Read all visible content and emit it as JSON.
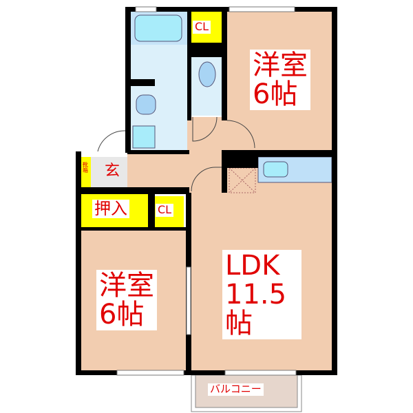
{
  "rooms": {
    "bedroom_top": {
      "name": "洋室",
      "size": "6帖"
    },
    "bedroom_left": {
      "name": "洋室",
      "size": "6帖"
    },
    "ldk": {
      "name": "LDK",
      "size": "11.5帖"
    },
    "closet_top": "CL",
    "closet_mid": "CL",
    "oshiire": "押入",
    "entrance": "玄",
    "shoe_box": "靴箱",
    "balcony": "バルコニー"
  },
  "colors": {
    "room_floor": "#f2cdb0",
    "wet_area": "#dcf0fa",
    "closet": "#ffff00",
    "wall": "#000000",
    "label_text": "#e00000",
    "balcony": "#e6d6cc"
  }
}
